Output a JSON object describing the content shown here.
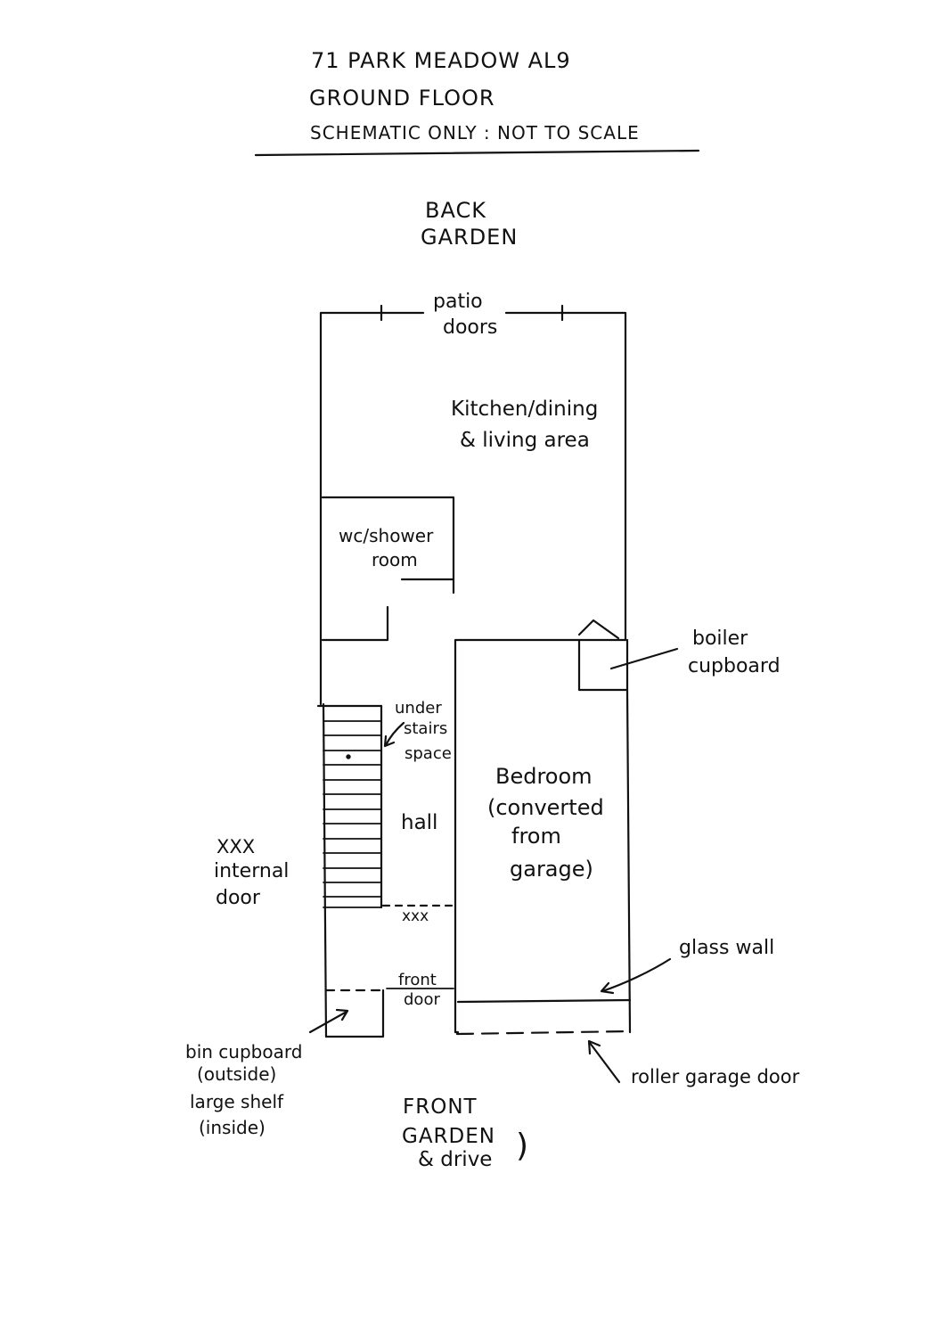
{
  "header": {
    "address": "71 PARK MEADOW AL9",
    "floor": "GROUND FLOOR",
    "note": "SCHEMATIC ONLY : NOT TO SCALE"
  },
  "outside": {
    "back_garden_line1": "BACK",
    "back_garden_line2": "GARDEN",
    "front_garden_line1": "FRONT",
    "front_garden_line2": "GARDEN",
    "front_garden_line3": "& drive",
    "bracket": ")"
  },
  "rooms": {
    "patio_line1": "patio",
    "patio_line2": "doors",
    "kitchen_line1": "Kitchen/dining",
    "kitchen_line2": "& living area",
    "wc_line1": "wc/shower",
    "wc_line2": "room",
    "boiler_line1": "boiler",
    "boiler_line2": "cupboard",
    "understairs_line1": "under",
    "understairs_line2": "stairs",
    "understairs_line3": "space",
    "hall": "hall",
    "bedroom_line1": "Bedroom",
    "bedroom_line2": "(converted",
    "bedroom_line3": "from",
    "bedroom_line4": "garage)",
    "hall_door_marker": "xxx",
    "front_door_line1": "front",
    "front_door_line2": "door",
    "glass_wall": "glass wall",
    "roller_door": "roller garage door"
  },
  "legend": {
    "marker": "XXX",
    "line1": "internal",
    "line2": "door"
  },
  "bin": {
    "line1": "bin cupboard",
    "line2": "(outside)",
    "line3": "large shelf",
    "line4": "(inside)"
  },
  "colors": {
    "ink": "#111111",
    "paper": "#ffffff"
  }
}
